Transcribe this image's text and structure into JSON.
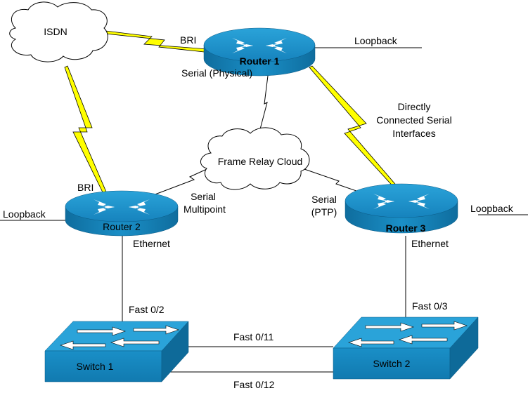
{
  "clouds": {
    "isdn": "ISDN",
    "frame_relay": "Frame Relay Cloud"
  },
  "routers": {
    "r1": "Router 1",
    "r2": "Router 2",
    "r3": "Router 3"
  },
  "switches": {
    "s1": "Switch 1",
    "s2": "Switch 2"
  },
  "labels": {
    "bri_r1": "BRI",
    "bri_r2": "BRI",
    "loopback_r1": "Loopback",
    "loopback_r2": "Loopback",
    "loopback_r3": "Loopback",
    "serial_physical": "Serial (Physical)",
    "direct_line1": "Directly",
    "direct_line2": "Connected Serial",
    "direct_line3": "Interfaces",
    "serial_mp_line1": "Serial",
    "serial_mp_line2": "Multipoint",
    "serial_ptp_line1": "Serial",
    "serial_ptp_line2": "(PTP)",
    "ethernet_r2": "Ethernet",
    "ethernet_r3": "Ethernet",
    "fast_02": "Fast 0/2",
    "fast_03": "Fast 0/3",
    "fast_011": "Fast 0/11",
    "fast_012": "Fast 0/12"
  },
  "colors": {
    "device_blue": "#1a8fc7",
    "device_dark": "#0e6a99",
    "lightning": "#ffff00"
  }
}
